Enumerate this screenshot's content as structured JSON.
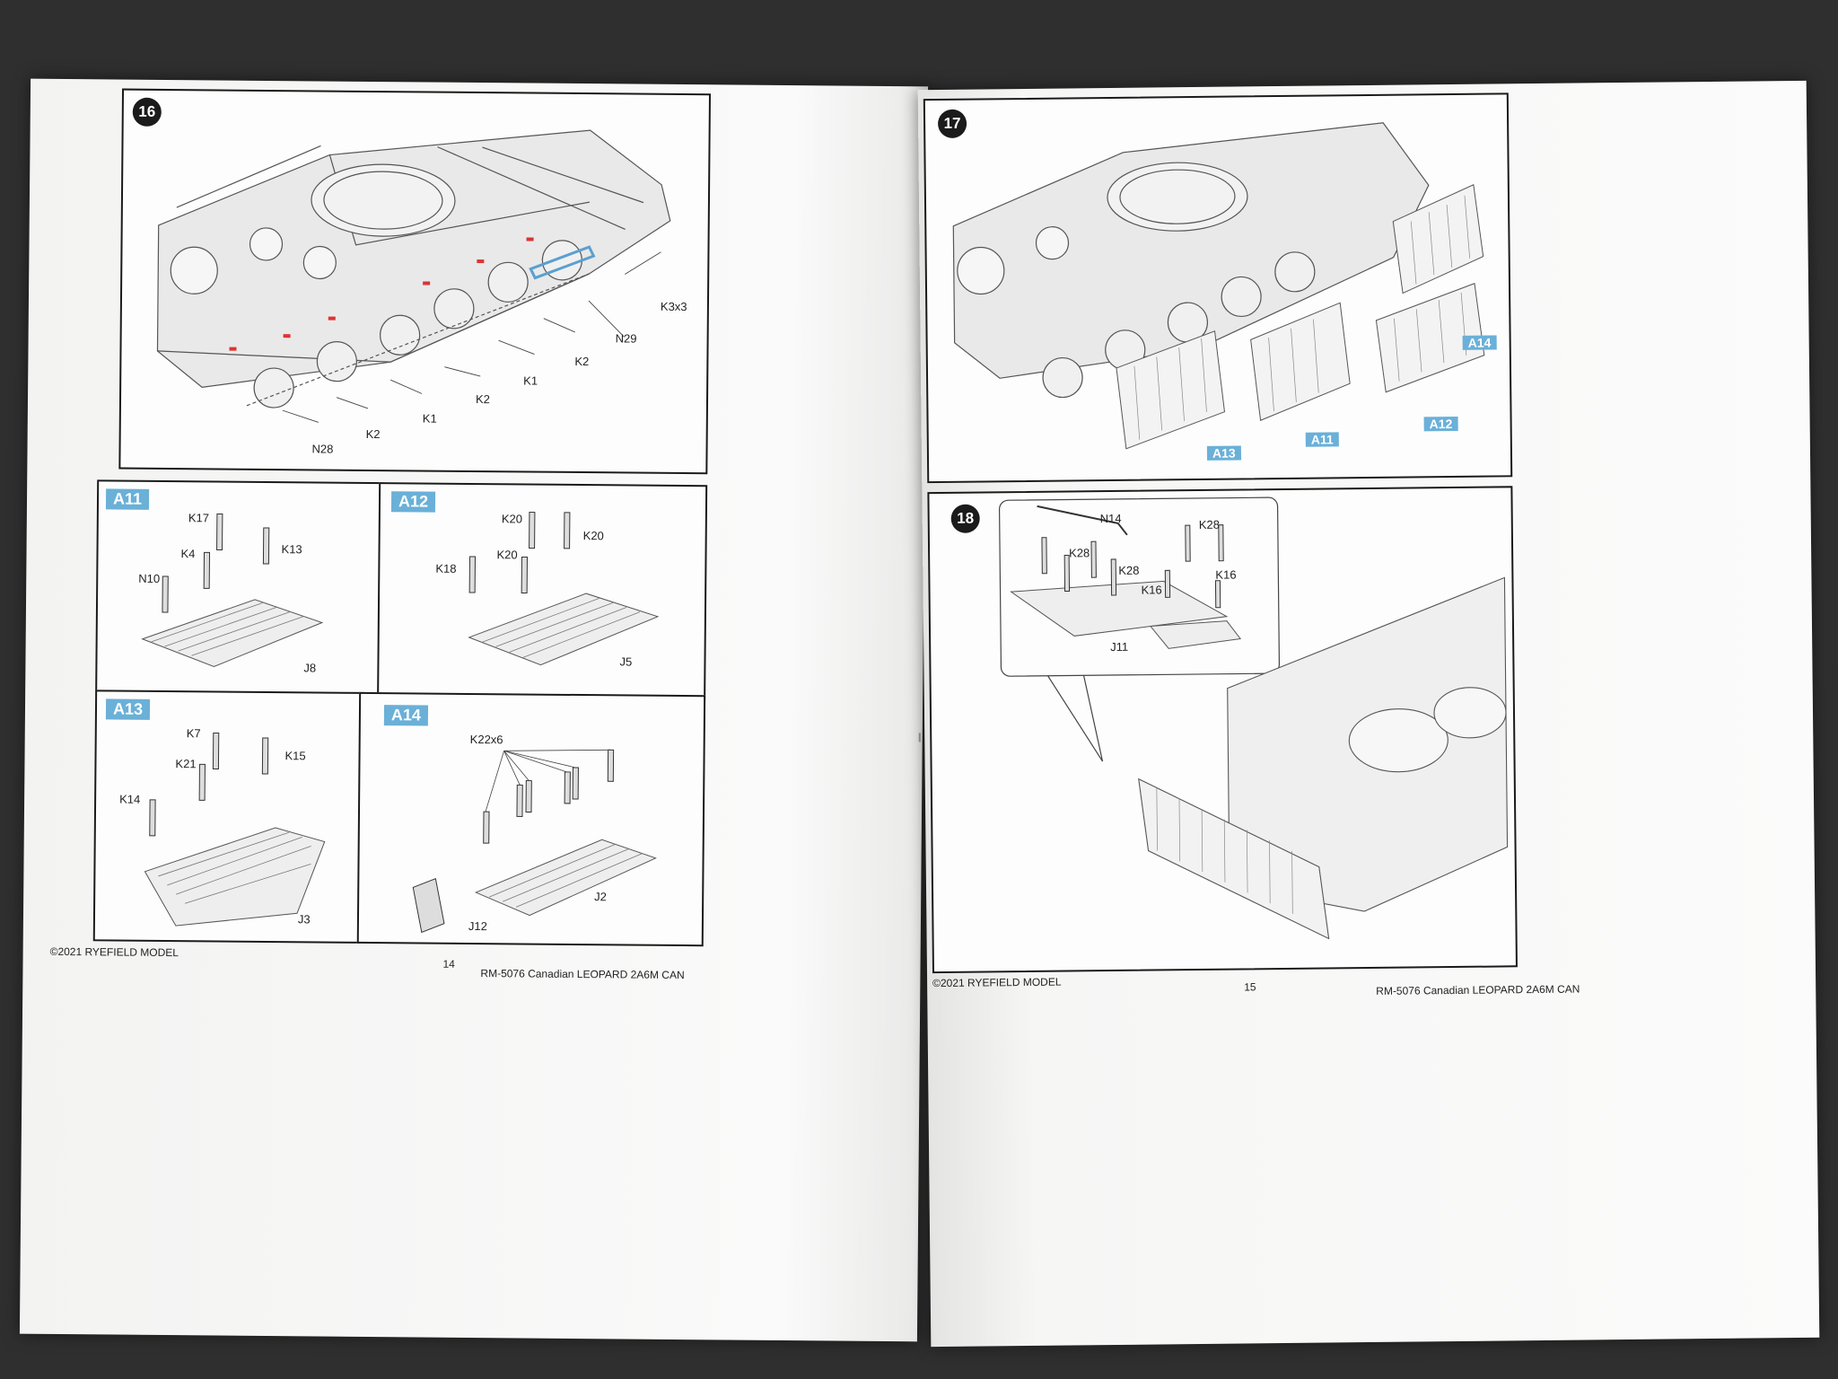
{
  "left_page": {
    "step": {
      "number": "16",
      "labels": [
        "K3x3",
        "N29",
        "K2",
        "K1",
        "K2",
        "K1",
        "K2",
        "N28"
      ]
    },
    "subassemblies": [
      {
        "tag": "A11",
        "labels": [
          "K17",
          "K4",
          "K13",
          "N10",
          "J8"
        ]
      },
      {
        "tag": "A12",
        "labels": [
          "K20",
          "K20",
          "K18",
          "K20",
          "J5"
        ]
      },
      {
        "tag": "A13",
        "labels": [
          "K7",
          "K21",
          "K15",
          "K14",
          "J3"
        ]
      },
      {
        "tag": "A14",
        "labels": [
          "K22x6",
          "J2",
          "J12"
        ]
      }
    ],
    "footer": {
      "copyright": "©2021 RYEFIELD MODEL",
      "page_number": "14",
      "product": "RM-5076 Canadian LEOPARD 2A6M CAN"
    }
  },
  "right_page": {
    "step17": {
      "number": "17",
      "tags": [
        "A14",
        "A13",
        "A11",
        "A12"
      ]
    },
    "step18": {
      "number": "18",
      "labels": [
        "N14",
        "K28",
        "K28",
        "K28",
        "K16",
        "K16",
        "J11"
      ]
    },
    "footer": {
      "copyright": "©2021 RYEFIELD MODEL",
      "page_number": "15",
      "product": "RM-5076 Canadian LEOPARD 2A6M CAN"
    }
  }
}
